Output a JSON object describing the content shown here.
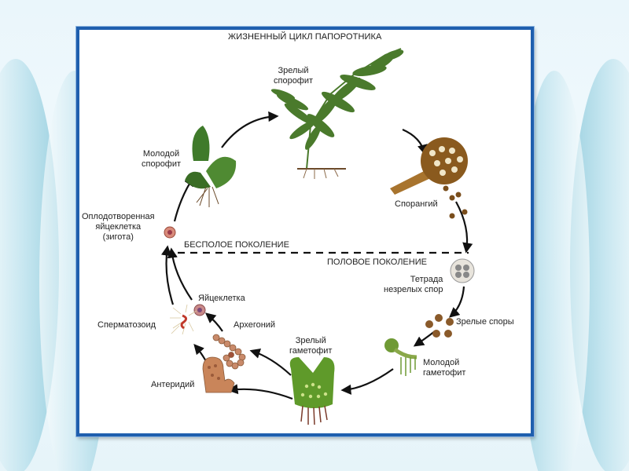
{
  "diagram": {
    "title": "ЖИЗНЕННЫЙ ЦИКЛ ПАПОРОТНИКА",
    "generations": {
      "asexual": "БЕСПОЛОЕ ПОКОЛЕНИЕ",
      "sexual": "ПОЛОВОЕ ПОКОЛЕНИЕ"
    },
    "stages": {
      "mature_sporophyte": [
        "Зрелый",
        "спорофит"
      ],
      "sporangium": "Спорангий",
      "tetrad": [
        "Тетрада",
        "незрелых спор"
      ],
      "mature_spores": "Зрелые споры",
      "young_gametophyte": [
        "Молодой",
        "гаметофит"
      ],
      "mature_gametophyte": [
        "Зрелый",
        "гаметофит"
      ],
      "archegonium": "Архегоний",
      "antheridium": "Антеридий",
      "egg_cell": "Яйцеклетка",
      "spermatozoid": "Сперматозоид",
      "zygote": [
        "Оплодотворенная",
        "яйцеклетка",
        "(зигота)"
      ],
      "young_sporophyte": [
        "Молодой",
        "спорофит"
      ]
    },
    "colors": {
      "frame_border": "#1f5fae",
      "arrow": "#111111",
      "fern_green": "#4a7a2c",
      "sporangium_brown": "#8a5a1e",
      "gametophyte_green": "#5f9a2a",
      "cell_pink": "#c98a6a"
    }
  }
}
